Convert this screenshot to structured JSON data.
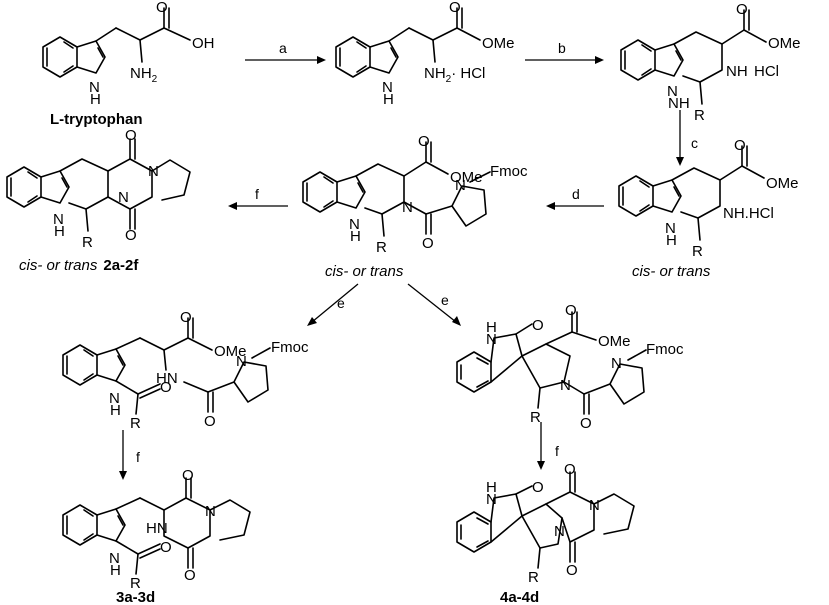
{
  "compounds": {
    "start": {
      "label": "L-tryptophan",
      "atoms": {
        "nh": "H",
        "n": "N",
        "oh": "OH",
        "nh2": "NH",
        "nh2_sub": "2"
      }
    },
    "ester": {
      "atoms": {
        "nh": "H",
        "n": "N",
        "ome": "OMe",
        "nh2": "NH",
        "nh2_sub": "2",
        "salt": "· HCl"
      }
    },
    "thbc": {
      "atoms": {
        "nh": "NH",
        "n": "N",
        "ome": "OMe",
        "hcl": "HCl",
        "r": "R"
      }
    },
    "thbc2": {
      "atoms": {
        "ome": "OMe",
        "nh": "NH.HCl",
        "r": "R",
        "n": "N",
        "h": "H"
      },
      "caption": "cis- or trans"
    },
    "acyl": {
      "atoms": {
        "ome": "OMe",
        "n": "N",
        "fmoc": "Fmoc",
        "r": "R",
        "o": "O",
        "nh": "N",
        "h": "H"
      },
      "caption": "cis- or trans"
    },
    "dkp": {
      "atoms": {
        "o1": "O",
        "o2": "O",
        "n": "N",
        "r": "R",
        "nh": "N",
        "h": "H"
      },
      "caption_italic": "cis- or trans",
      "caption_bold": "2a-2f"
    },
    "open": {
      "atoms": {
        "ome": "OMe",
        "hn": "HN",
        "fmoc": "Fmoc",
        "n": "N",
        "r": "R",
        "o": "O",
        "nh": "N",
        "h": "H"
      }
    },
    "spiro": {
      "atoms": {
        "hn": "H",
        "n": "N",
        "o": "O",
        "ome": "OMe",
        "fmoc": "Fmoc",
        "r": "R"
      }
    },
    "prod3": {
      "label": "3a-3d",
      "atoms": {
        "hn": "HN",
        "n": "N",
        "o": "O",
        "r": "R"
      }
    },
    "prod4": {
      "label": "4a-4d",
      "atoms": {
        "hn": "H",
        "n": "N",
        "o": "O",
        "r": "R"
      }
    }
  },
  "arrows": {
    "a": "a",
    "b": "b",
    "c": "c",
    "d": "d",
    "f1": "f",
    "e1": "e",
    "e2": "e",
    "f2": "f",
    "f3": "f"
  }
}
